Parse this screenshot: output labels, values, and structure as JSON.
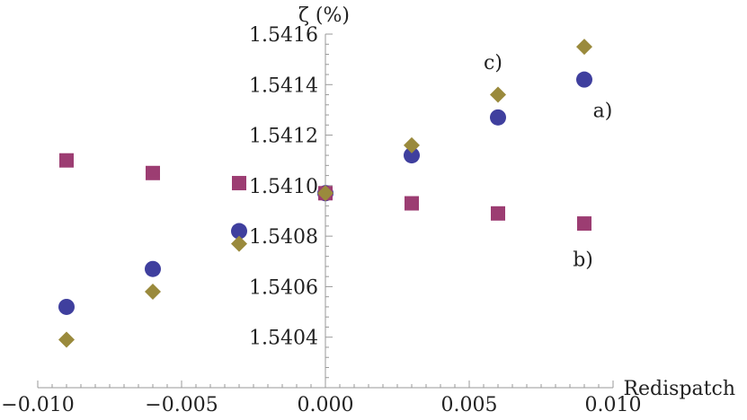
{
  "chart_data": {
    "type": "scatter",
    "title": "",
    "xlabel": "Redispatch",
    "ylabel": "ζ (%)",
    "xlim": [
      -0.01,
      0.01
    ],
    "ylim": [
      1.5402,
      1.5416
    ],
    "x_ticks": [
      -0.01,
      -0.005,
      0.0,
      0.005,
      0.01
    ],
    "x_tick_labels": [
      "−0.010",
      "−0.005",
      "0.000",
      "0.005",
      "0.010"
    ],
    "y_ticks": [
      1.5404,
      1.5406,
      1.5408,
      1.541,
      1.5412,
      1.5414,
      1.5416
    ],
    "y_tick_labels": [
      "1.5404",
      "1.5406",
      "1.5408",
      "1.5410",
      "1.5412",
      "1.5414",
      "1.5416"
    ],
    "grid": false,
    "legend": "none",
    "series": [
      {
        "marker": "circle",
        "color": "#3f3f9e",
        "x": [
          -0.009,
          -0.006,
          -0.003,
          0.0,
          0.003,
          0.006,
          0.009
        ],
        "y": [
          1.54052,
          1.54067,
          1.54082,
          1.54097,
          1.54112,
          1.54127,
          1.54142
        ]
      },
      {
        "marker": "square",
        "color": "#9c3d72",
        "x": [
          -0.009,
          -0.006,
          -0.003,
          0.0,
          0.003,
          0.006,
          0.009
        ],
        "y": [
          1.5411,
          1.54105,
          1.54101,
          1.54097,
          1.54093,
          1.54089,
          1.54085
        ]
      },
      {
        "marker": "diamond",
        "color": "#9a8a3c",
        "x": [
          -0.009,
          -0.006,
          -0.003,
          0.0,
          0.003,
          0.006,
          0.009
        ],
        "y": [
          1.54039,
          1.54058,
          1.54077,
          1.54097,
          1.54116,
          1.54136,
          1.54155
        ]
      }
    ],
    "annotations": [
      {
        "text": "a)",
        "x": 0.0093,
        "y": 1.5413
      },
      {
        "text": "b)",
        "x": 0.0086,
        "y": 1.54071
      },
      {
        "text": "c)",
        "x": 0.0055,
        "y": 1.54149
      }
    ]
  }
}
